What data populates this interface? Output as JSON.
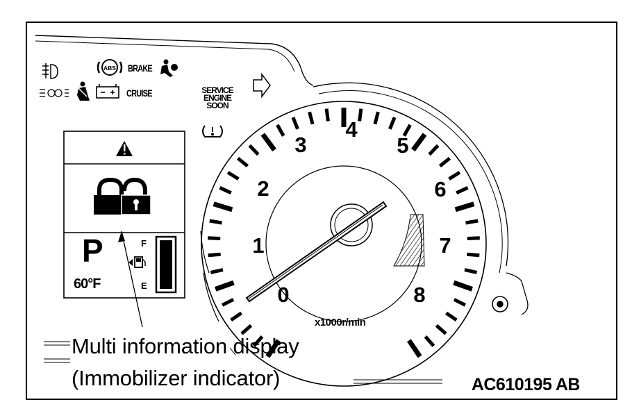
{
  "figure": {
    "id": "AC610195 AB",
    "callout_line1": "Multi information display",
    "callout_line2": "(Immobilizer indicator)"
  },
  "warning_lights": {
    "abs": "ABS",
    "brake": "BRAKE",
    "cruise": "CRUISE",
    "service_engine_soon": [
      "SERVICE",
      "ENGINE",
      "SOON"
    ],
    "icons": [
      "fog-light-icon",
      "position-light-icon",
      "seatbelt-icon",
      "battery-icon",
      "airbag-icon",
      "turn-signal-arrow-icon",
      "tire-pressure-icon"
    ]
  },
  "tachometer": {
    "numerals": [
      "0",
      "1",
      "2",
      "3",
      "4",
      "5",
      "6",
      "7",
      "8"
    ],
    "unit": "x1000r/min"
  },
  "multi_info_display": {
    "gear": "P",
    "temperature": "60°F",
    "fuel_full": "F",
    "fuel_empty": "E",
    "icons": [
      "warning-triangle-icon",
      "immobilizer-lock-icon",
      "fuel-pump-icon"
    ]
  },
  "colors": {
    "line": "#000000",
    "background": "#ffffff"
  }
}
